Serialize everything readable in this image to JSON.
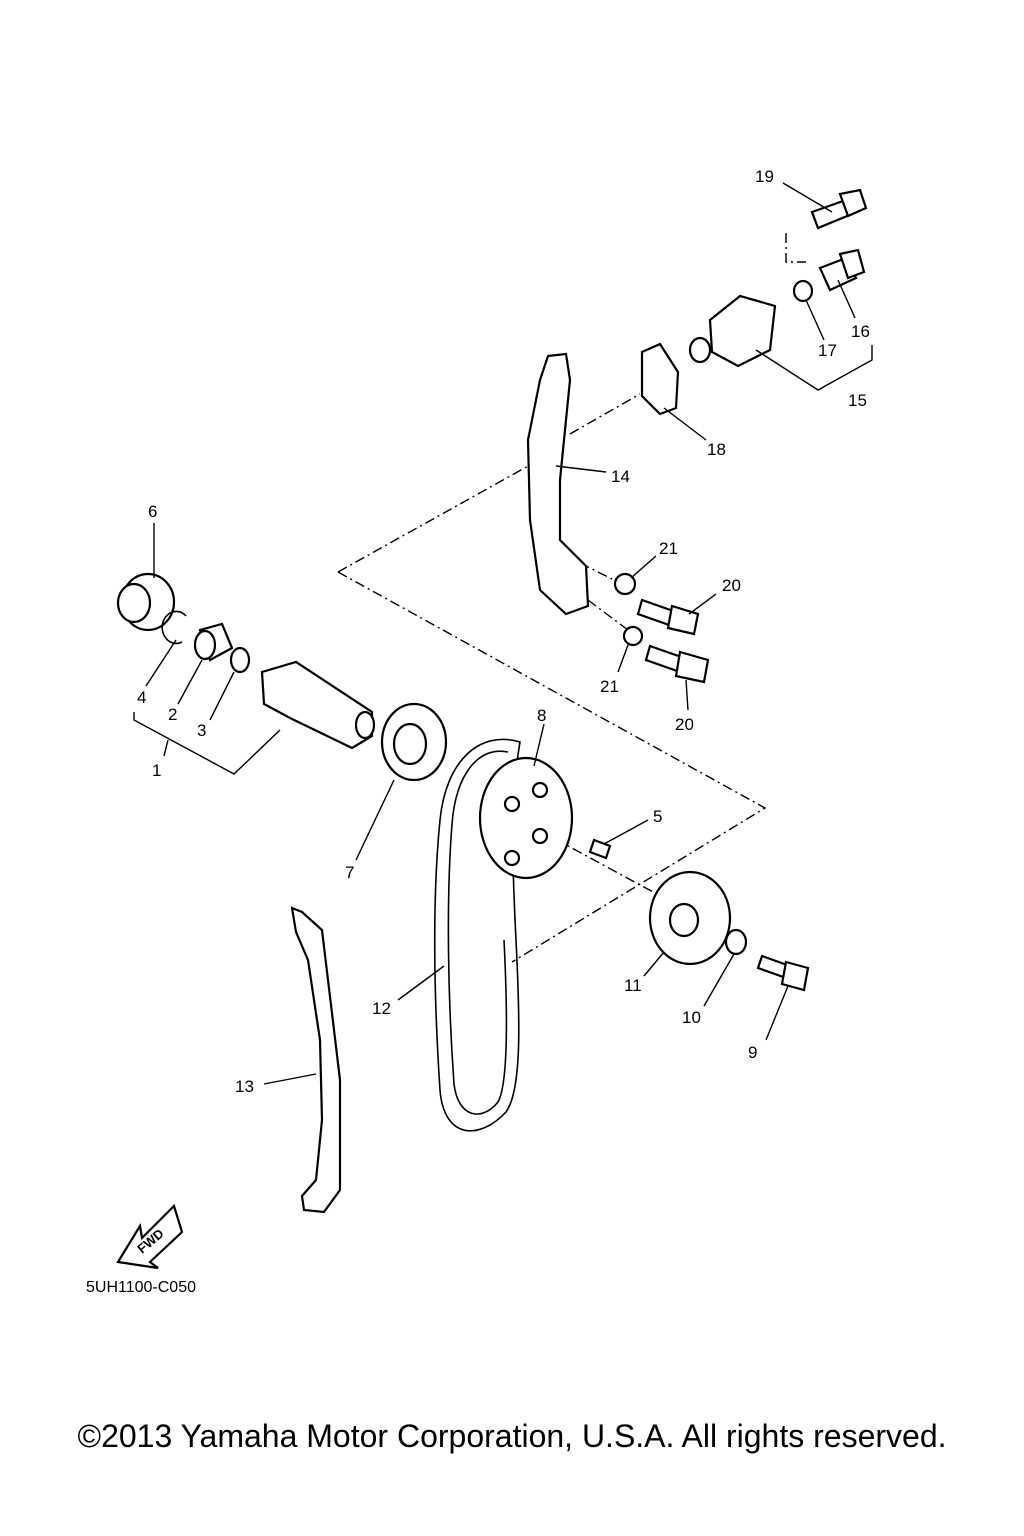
{
  "diagram": {
    "callouts": [
      "1",
      "2",
      "3",
      "4",
      "5",
      "6",
      "7",
      "8",
      "9",
      "10",
      "11",
      "12",
      "13",
      "14",
      "15",
      "16",
      "17",
      "18",
      "19",
      "20",
      "20",
      "21",
      "21"
    ],
    "fwd_label": "FWD",
    "drawing_code": "5UH1100-C050"
  },
  "footer": {
    "copyright": "©2013 Yamaha Motor Corporation, U.S.A. All rights reserved."
  }
}
